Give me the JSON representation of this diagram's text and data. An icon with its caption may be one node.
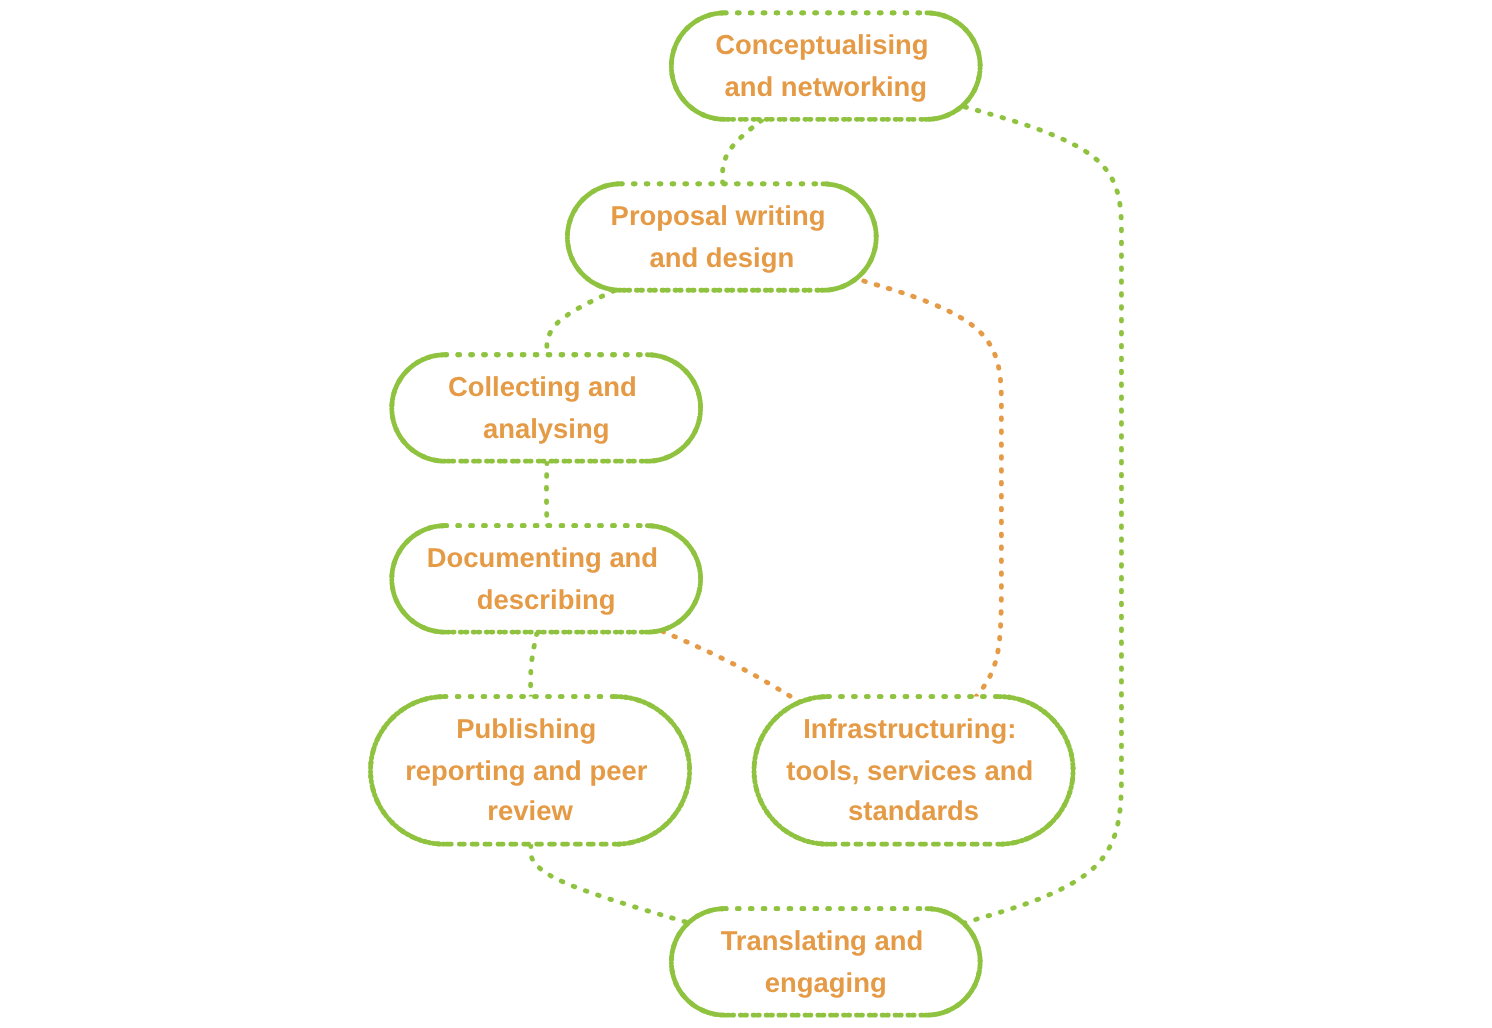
{
  "diagram": {
    "nodes": [
      {
        "text": [
          "Conceptualising and networking"
        ]
      },
      {
        "text": [
          "Translating and engaging"
        ]
      },
      {
        "text": [
          "Proposal writing and design"
        ]
      },
      {
        "text": [
          "Publishing reporting and peer review"
        ]
      },
      {
        "text": [
          "Collecting and analysing"
        ]
      },
      {
        "text": [
          "Documenting and describing"
        ]
      },
      {
        "text": [
          "Infrastructuring: tools, services and standards"
        ]
      }
    ],
    "edges": [
      {
        "from": 1,
        "to": 0,
        "arrow": "none",
        "style": "dashed"
      },
      {
        "from": 0,
        "to": 2,
        "arrow": "none",
        "style": "dashed"
      },
      {
        "from": 2,
        "to": 4,
        "arrow": "none",
        "style": "dashed"
      },
      {
        "from": 4,
        "to": 5,
        "arrow": "none",
        "style": "dashed"
      },
      {
        "from": 5,
        "to": 3,
        "arrow": "none",
        "style": "dashed"
      },
      {
        "from": 3,
        "to": 1,
        "arrow": "none",
        "style": "dashed"
      },
      {
        "from": 5,
        "to": 6,
        "arrow": "none",
        "style": "dashed",
        "color": "#e59a45"
      },
      {
        "from": 6,
        "to": 2,
        "arrow": "none",
        "style": "dashed",
        "color": "#e59a45"
      }
    ]
  }
}
